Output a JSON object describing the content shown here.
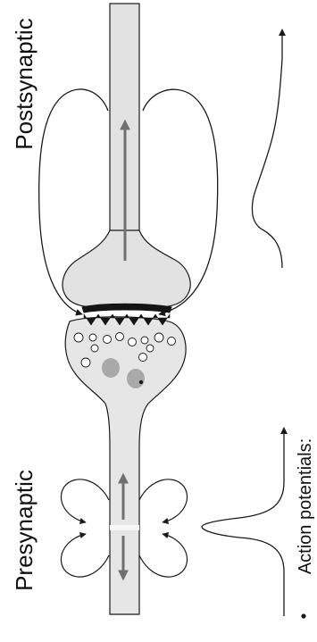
{
  "labels": {
    "postsynaptic": "Postsynaptic",
    "presynaptic": "Presynaptic",
    "action_potentials": "Action potentials:"
  },
  "colors": {
    "axon_fill": "#e2e2e2",
    "terminal_fill": "#e6e6e6",
    "membrane_dark": "#151515",
    "arrow_gray": "#707070",
    "vesicle_cluster": "#a9a9a9",
    "line": "#1a1a1a"
  },
  "icons": {
    "up_arrow": "up-arrow-icon",
    "down_arrow": "down-arrow-icon",
    "current_loop_arrow": "current-arrowhead-icon"
  }
}
